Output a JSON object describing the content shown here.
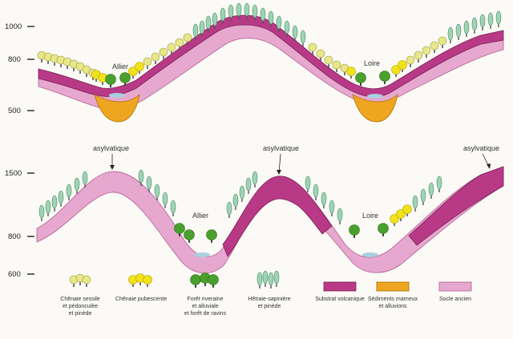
{
  "top_profile": {
    "elevation_ticks": [
      "1000",
      "800",
      "500"
    ],
    "rivers": [
      "Allier",
      "Loire"
    ]
  },
  "bottom_profile": {
    "elevation_ticks": [
      "1500",
      "800",
      "600"
    ],
    "rivers": [
      "Allier",
      "Loire"
    ],
    "asylvatique_labels": [
      "asylvatique",
      "asylvatique",
      "asylvatique"
    ]
  },
  "legend": {
    "items": [
      {
        "icon": "oak-sessile-tree-icon",
        "lines": [
          "Chênaie sessile",
          "et pédonculée",
          "et pinède"
        ]
      },
      {
        "icon": "pubescent-oak-tree-icon",
        "lines": [
          "Chênaie pubescente"
        ]
      },
      {
        "icon": "riparian-forest-tree-icon",
        "lines": [
          "Forêt riveraine",
          "et alluviale",
          "et forêt de ravins"
        ]
      },
      {
        "icon": "beech-fir-tree-icon",
        "lines": [
          "Hêtraie-sapinière",
          "et pinède"
        ]
      },
      {
        "icon": "volcanic-substrate-swatch",
        "lines": [
          "Substrat volcanique"
        ]
      },
      {
        "icon": "marl-sediment-swatch",
        "lines": [
          "Sédiments marneux",
          "et alluvions"
        ]
      },
      {
        "icon": "ancient-basement-swatch",
        "lines": [
          "Socle ancien"
        ]
      }
    ]
  },
  "colors": {
    "volcanic": "#b83a86",
    "volcanic_edge": "#7a1f55",
    "socle": "#e6a8ce",
    "socle_edge": "#b55e93",
    "sediment": "#eea520",
    "water": "#a9cfe0",
    "oak_sessile": "#e8e88a",
    "pubescent": "#f2e21a",
    "riparian": "#4aa02c",
    "beech_fir": "#9ed4b4"
  }
}
